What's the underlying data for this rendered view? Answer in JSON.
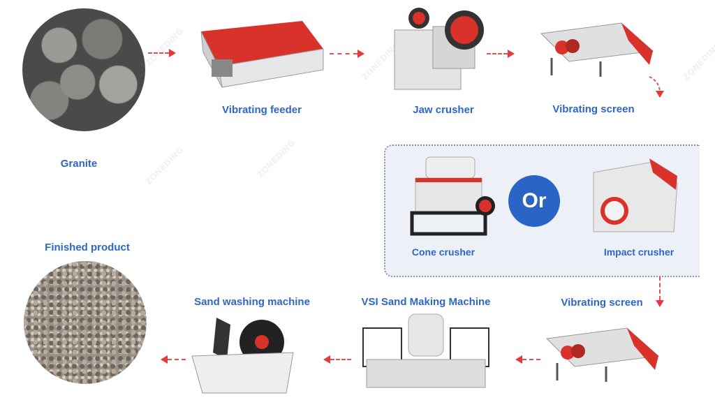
{
  "watermark": "ZONEDING",
  "steps": {
    "granite": "Granite",
    "vibrating_feeder": "Vibrating feeder",
    "jaw_crusher": "Jaw crusher",
    "vibrating_screen_1": "Vibrating screen",
    "cone_crusher": "Cone crusher",
    "or": "Or",
    "impact_crusher": "Impact crusher",
    "vibrating_screen_2": "Vibrating screen",
    "vsi": "VSI Sand Making Machine",
    "sand_washing": "Sand washing machine",
    "finished_product": "Finished product"
  },
  "colors": {
    "label": "#2e66c6",
    "arrow": "#e03c3c",
    "or_badge": "#2a64c4",
    "machine_red": "#d8322a"
  }
}
